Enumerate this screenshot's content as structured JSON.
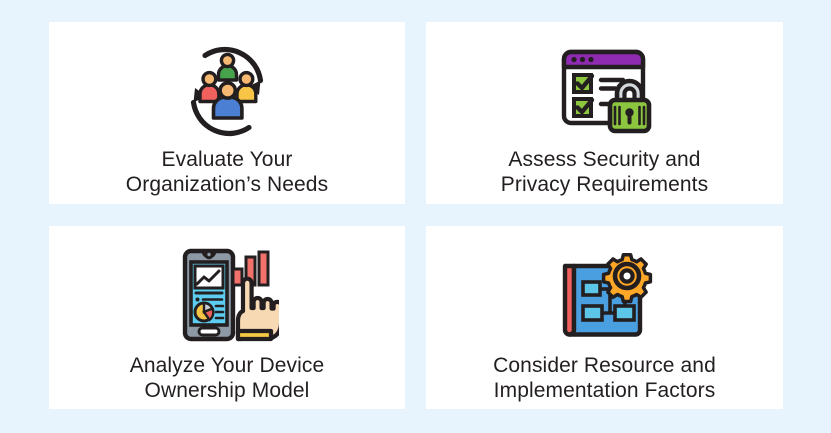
{
  "page": {
    "background_color": "#e8f4fd",
    "card_background_color": "#ffffff",
    "text_color": "#231f20"
  },
  "cards": [
    {
      "id": "evaluate-organization-needs",
      "title": "Evaluate Your\nOrganization’s Needs",
      "icon": "people-circular-arrows-icon",
      "icon_colors": {
        "outline": "#231f20",
        "person_red": "#f0605c",
        "person_green": "#47a34b",
        "person_yellow": "#f7c445",
        "person_blue": "#4a7fd4",
        "head_skin": "#f5b971"
      }
    },
    {
      "id": "assess-security-privacy",
      "title": "Assess Security and\nPrivacy Requirements",
      "icon": "browser-checklist-lock-icon",
      "icon_colors": {
        "outline": "#231f20",
        "browser_header_purple": "#8e2bb0",
        "lock_body_green": "#8cc63f",
        "lock_shackle_gray": "#d4d9dd",
        "check_green": "#8cc63f",
        "page_white": "#ffffff"
      }
    },
    {
      "id": "analyze-device-ownership",
      "title": "Analyze Your Device\nOwnership Model",
      "icon": "smartphone-hand-chart-icon",
      "icon_colors": {
        "outline": "#231f20",
        "phone_frame_gray": "#8e99a6",
        "screen_cyan": "#5ccdf0",
        "bar_red": "#f2716b",
        "hand_skin": "#f7d9b4",
        "cuff_yellow": "#f5c842",
        "pie_yellow": "#f7c445",
        "pie_red": "#f0605c",
        "pie_gray": "#c9ced4"
      }
    },
    {
      "id": "consider-resource-implementation",
      "title": "Consider Resource and\nImplementation Factors",
      "icon": "blueprint-gear-icon",
      "icon_colors": {
        "outline": "#231f20",
        "blueprint_blue": "#4a9fe0",
        "box_cyan": "#5cc5e8",
        "roll_red": "#f0605c",
        "gear_orange": "#ffa726"
      }
    }
  ]
}
